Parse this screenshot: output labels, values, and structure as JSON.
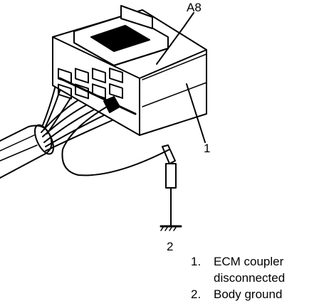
{
  "callouts": {
    "terminal": "A8",
    "part_1": "1",
    "part_2": "2"
  },
  "legend": [
    {
      "number": "1.",
      "lines": [
        "ECM coupler",
        "disconnected"
      ]
    },
    {
      "number": "2.",
      "lines": [
        "Body ground"
      ]
    }
  ]
}
